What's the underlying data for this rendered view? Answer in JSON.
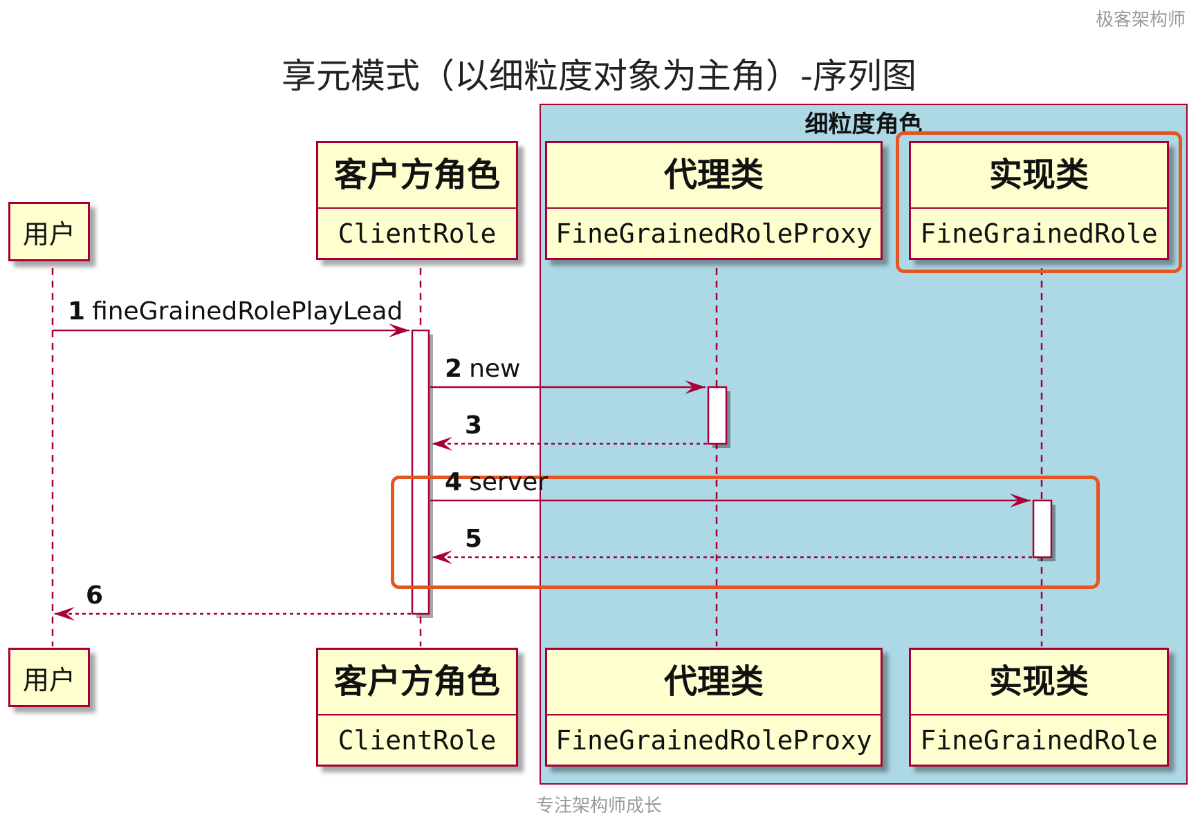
{
  "watermark": "极客架构师",
  "caption": "专注架构师成长",
  "title": "享元模式（以细粒度对象为主角）-序列图",
  "box": {
    "title": "细粒度角色",
    "fill": "#add8e6"
  },
  "colors": {
    "line": "#a80036",
    "participant_fill": "#fefece",
    "highlight": "#e4551f"
  },
  "participants": [
    {
      "id": "user",
      "name": "用户",
      "stereotype": ""
    },
    {
      "id": "client",
      "name": "客户方角色",
      "stereotype": "ClientRole"
    },
    {
      "id": "proxy",
      "name": "代理类",
      "stereotype": "FineGrainedRoleProxy"
    },
    {
      "id": "impl",
      "name": "实现类",
      "stereotype": "FineGrainedRole"
    }
  ],
  "messages": [
    {
      "num": "1",
      "text": "fineGrainedRolePlayLead",
      "from": "user",
      "to": "client",
      "style": "solid"
    },
    {
      "num": "2",
      "text": "new",
      "from": "client",
      "to": "proxy",
      "style": "solid"
    },
    {
      "num": "3",
      "text": "",
      "from": "proxy",
      "to": "client",
      "style": "dashed"
    },
    {
      "num": "4",
      "text": "server",
      "from": "client",
      "to": "impl",
      "style": "solid"
    },
    {
      "num": "5",
      "text": "",
      "from": "impl",
      "to": "client",
      "style": "dashed"
    },
    {
      "num": "6",
      "text": "",
      "from": "client",
      "to": "user",
      "style": "dashed"
    }
  ]
}
